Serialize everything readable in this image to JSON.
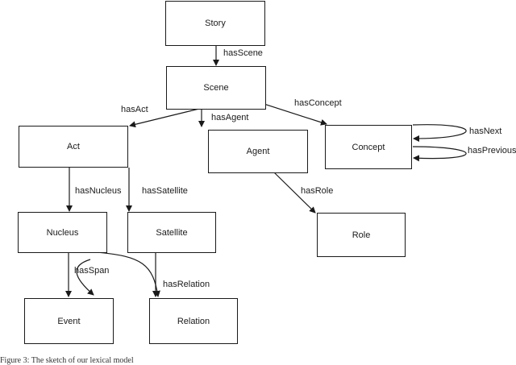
{
  "diagram": {
    "nodes": {
      "story": "Story",
      "scene": "Scene",
      "act": "Act",
      "agent": "Agent",
      "concept": "Concept",
      "nucleus": "Nucleus",
      "satellite": "Satellite",
      "role": "Role",
      "event": "Event",
      "relation": "Relation"
    },
    "edges": {
      "has_scene": "hasScene",
      "has_act": "hasAct",
      "has_agent": "hasAgent",
      "has_concept": "hasConcept",
      "has_next": "hasNext",
      "has_previous": "hasPrevious",
      "has_nucleus": "hasNucleus",
      "has_satellite": "hasSatellite",
      "has_role": "hasRole",
      "has_span": "hasSpan",
      "has_relation": "hasRelation"
    },
    "caption": "Figure 3: The sketch of our lexical model"
  }
}
